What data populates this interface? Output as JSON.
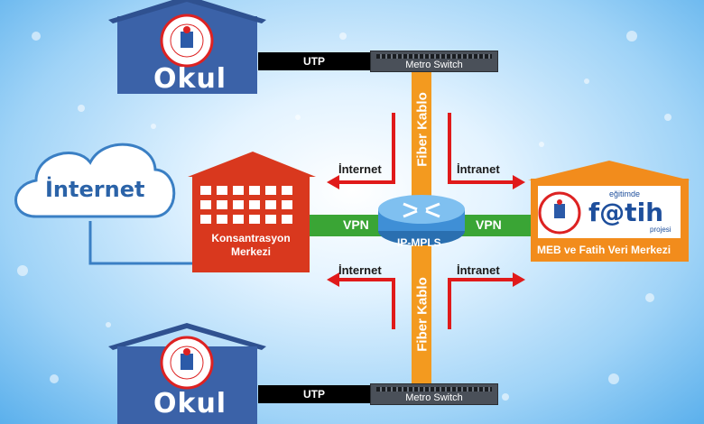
{
  "schools": {
    "top": {
      "label": "Okul",
      "link": "UTP",
      "switch": "Metro Switch"
    },
    "bottom": {
      "label": "Okul",
      "link": "UTP",
      "switch": "Metro Switch"
    }
  },
  "cloud": {
    "label": "İnternet"
  },
  "concentration": {
    "line1": "Konsantrasyon",
    "line2": "Merkezi"
  },
  "core": {
    "label": "IP-MPLS"
  },
  "fiber": {
    "top": "Fiber Kablo",
    "bottom": "Fiber Kablo"
  },
  "vpn": {
    "left": "VPN",
    "right": "VPN"
  },
  "flows": {
    "top_left": "İnternet",
    "top_right": "İntranet",
    "bottom_left": "İnternet",
    "bottom_right": "İntranet"
  },
  "datacenter": {
    "label": "MEB ve Fatih Veri Merkezi",
    "logo_small": "eğitimde",
    "logo_main": "f@tih",
    "logo_sub": "projesi"
  },
  "colors": {
    "school_blue": "#3b62a8",
    "fiber_orange": "#f39a1f",
    "vpn_green": "#3aa535",
    "concentration_red": "#d9381e",
    "arrow_red": "#e01a1a",
    "datacenter_orange": "#f28c1c"
  }
}
